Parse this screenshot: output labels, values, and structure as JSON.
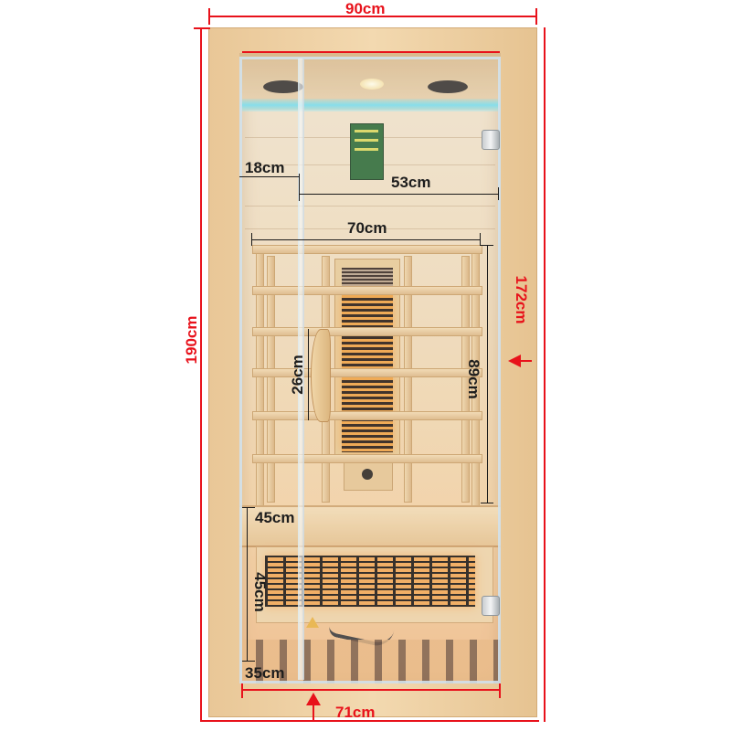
{
  "dimensions": {
    "outer_width": "90cm",
    "outer_height": "190cm",
    "inner_height": "172cm",
    "inner_width": "71cm",
    "left_to_glass_edge": "18cm",
    "glass_door_width": "53cm",
    "backrest_width": "70cm",
    "backrest_height": "89cm",
    "handle_height": "26cm",
    "bench_depth": "45cm",
    "bench_height": "45cm",
    "floor_to_bench_gap": "35cm"
  },
  "colors": {
    "outer_dimension": "#e8121b",
    "inner_dimension": "#1d1d1d",
    "wood": "#ecd0a2"
  }
}
